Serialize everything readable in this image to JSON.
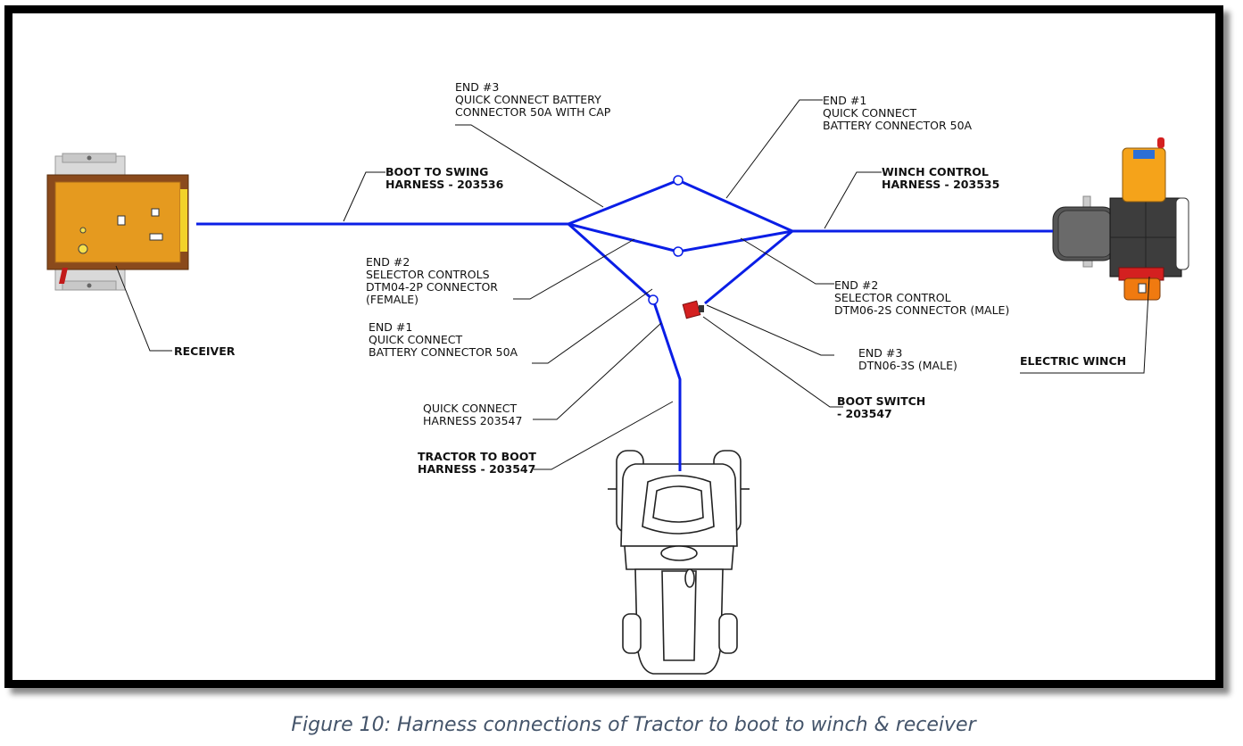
{
  "labels": {
    "end3_top": [
      "END #3",
      "QUICK CONNECT BATTERY",
      "CONNECTOR 50A WITH CAP"
    ],
    "end1_top": [
      "END #1",
      "QUICK CONNECT",
      "BATTERY CONNECTOR 50A"
    ],
    "boot_to_swing": [
      "BOOT TO SWING",
      "HARNESS - 203536"
    ],
    "winch_control": [
      "WINCH CONTROL",
      "HARNESS - 203535"
    ],
    "end2_left": [
      "END #2",
      "SELECTOR CONTROLS",
      "DTM04-2P CONNECTOR",
      "(FEMALE)"
    ],
    "end2_right": [
      "END #2",
      "SELECTOR CONTROL",
      "DTM06-2S CONNECTOR (MALE)"
    ],
    "end1_left": [
      "END #1",
      "QUICK CONNECT",
      "BATTERY CONNECTOR 50A"
    ],
    "end3_right": [
      "END #3",
      "DTN06-3S (MALE)"
    ],
    "boot_switch": [
      "BOOT SWITCH",
      "- 203547"
    ],
    "quick_connect": [
      "QUICK CONNECT",
      "HARNESS 203547"
    ],
    "tractor_to_boot": [
      "TRACTOR TO BOOT",
      "HARNESS - 203547"
    ],
    "receiver": "RECEIVER",
    "electric_winch": "ELECTRIC WINCH"
  },
  "colors": {
    "harness": "#0a1ee6",
    "receiver_body": "#e59a1f",
    "receiver_frame": "#8a4a1c",
    "winch_body": "#3d3d3d",
    "winch_motor": "#f5a31a",
    "boot_switch": "#d42020",
    "caption": "#44546a"
  },
  "caption": "Figure 10: Harness connections of Tractor to boot to winch & receiver"
}
